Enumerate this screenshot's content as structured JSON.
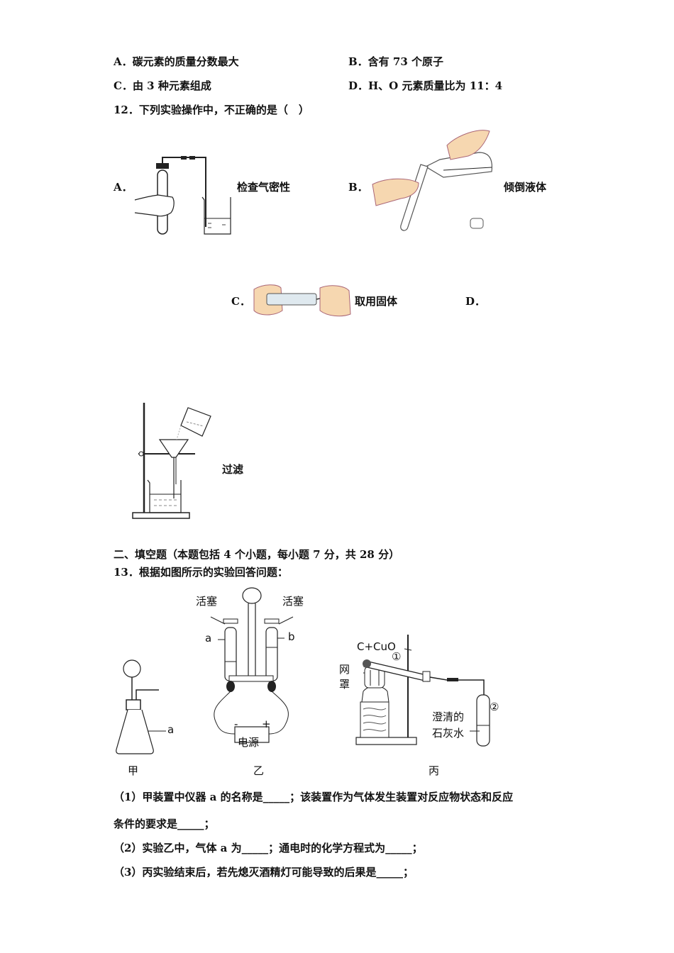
{
  "q11_options": {
    "A": "A．碳元素的质量分数最大",
    "B": "B．含有 73 个原子",
    "C": "C．由 3 种元素组成",
    "D": "D．H、O 元素质量比为 11：4"
  },
  "q12": {
    "stem": "12．下列实验操作中，不正确的是（　）",
    "options": [
      {
        "letter": "A．",
        "caption": "检查气密性"
      },
      {
        "letter": "B．",
        "caption": "倾倒液体"
      },
      {
        "letter": "C．",
        "caption": "取用固体"
      },
      {
        "letter": "D．",
        "caption": "过滤"
      }
    ]
  },
  "section2": {
    "heading": "二、填空题（本题包括 4 个小题，每小题 7 分，共 28 分）"
  },
  "q13": {
    "stem": "13．根据如图所示的实验回答问题：",
    "figure_labels": {
      "jia": "甲",
      "yi": "乙",
      "bing": "丙",
      "jia_a": "a",
      "yi_stopcock_left": "活塞",
      "yi_stopcock_right": "活塞",
      "yi_a": "a",
      "yi_b": "b",
      "yi_minus": "-",
      "yi_plus": "+",
      "yi_power": "电源",
      "bing_reactants": "C+CuO",
      "bing_circle1": "①",
      "bing_circle2": "②",
      "bing_mesh_1": "网",
      "bing_mesh_2": "罩",
      "bing_limewater_1": "澄清的",
      "bing_limewater_2": "石灰水"
    },
    "sub1_line1": "（1）甲装置中仪器 a 的名称是_____；该装置作为气体发生装置对反应物状态和反应",
    "sub1_line2": "条件的要求是_____；",
    "sub2": "（2）实验乙中，气体 a 为_____；通电时的化学方程式为_____；",
    "sub3": "（3）丙实验结束后，若先熄灭酒精灯可能导致的后果是_____；"
  }
}
